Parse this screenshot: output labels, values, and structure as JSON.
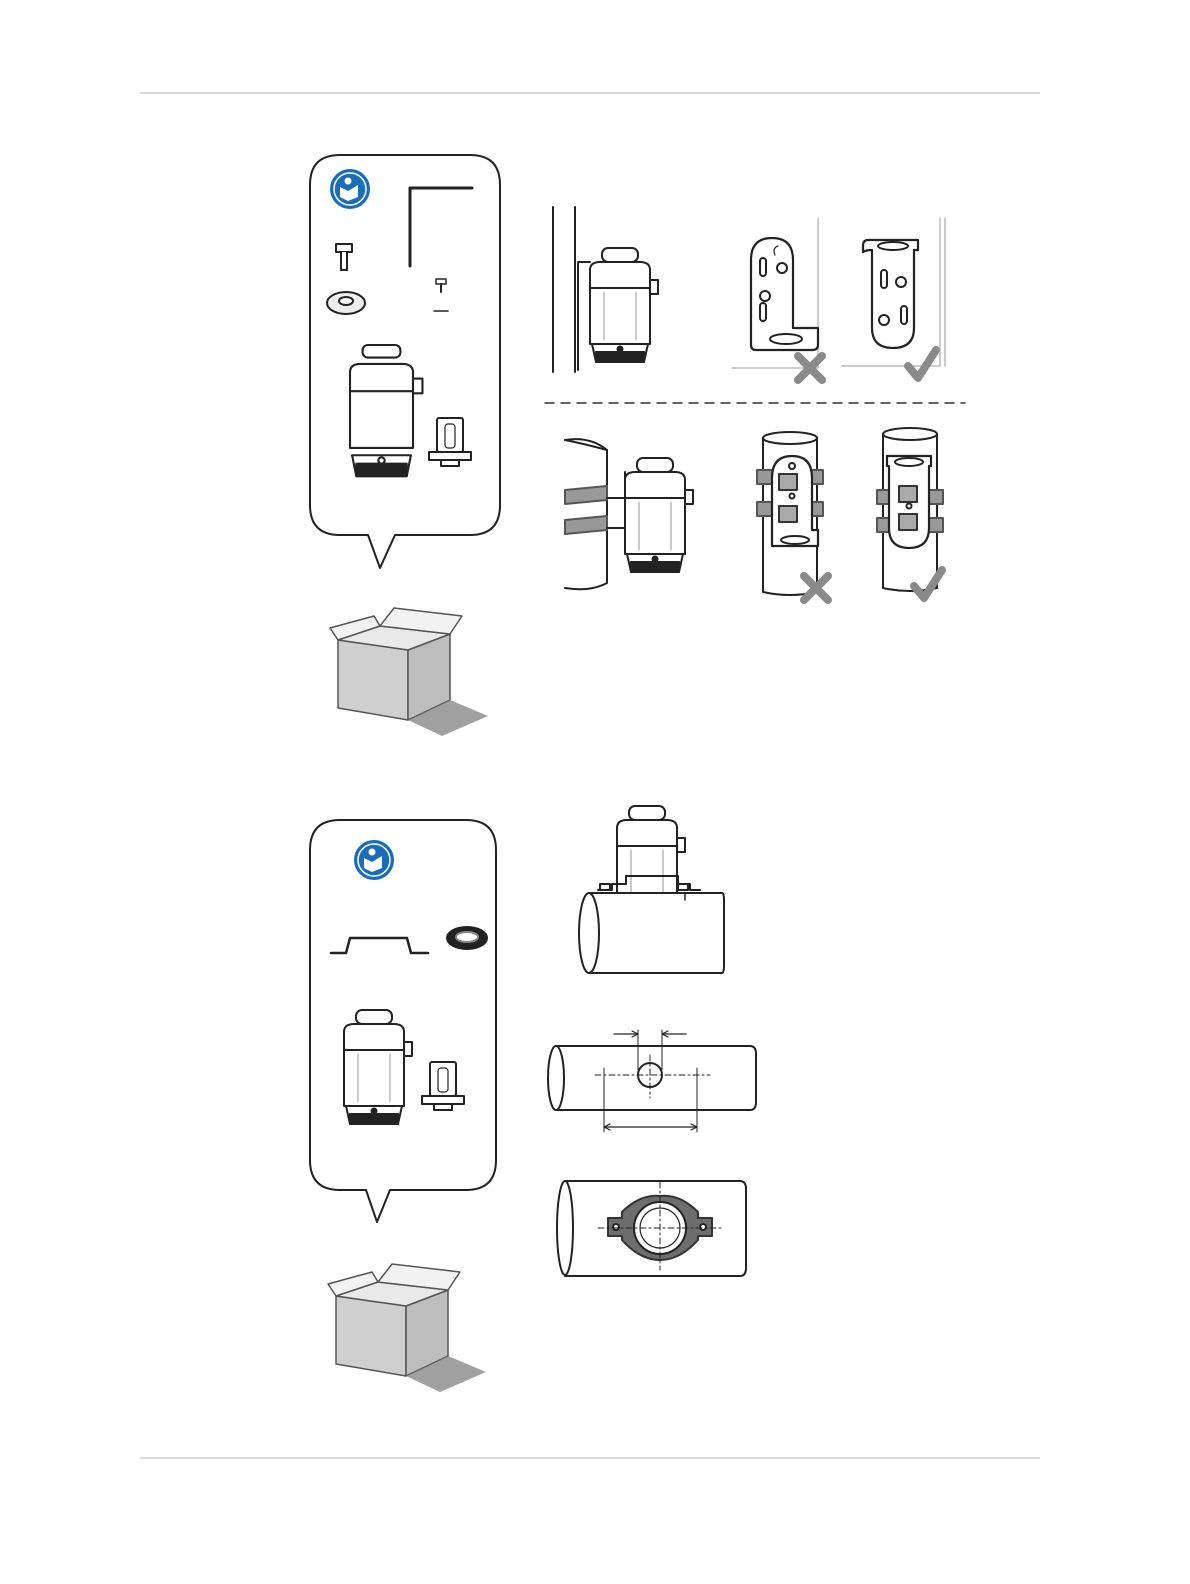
{
  "page": {
    "background": "#ffffff",
    "rule_color": "#d9d9d9",
    "accent_blue": "#1b6db5",
    "mark_gray": "#8a8a8a"
  },
  "section_top": {
    "kit_icons": [
      "manual-icon",
      "allen-key-icon",
      "bolt-icon",
      "washer-icon",
      "small-screw-icon",
      "sensor-icon",
      "sensor-cap-icon",
      "adapter-icon",
      "box-icon"
    ],
    "wall_examples": [
      {
        "name": "wall-mount-reference"
      },
      {
        "name": "wall-bracket-wrong",
        "result": "cross-icon"
      },
      {
        "name": "wall-bracket-correct",
        "result": "check-icon"
      }
    ],
    "pole_examples": [
      {
        "name": "pole-mount-reference"
      },
      {
        "name": "pole-bracket-wrong",
        "result": "cross-icon"
      },
      {
        "name": "pole-bracket-correct",
        "result": "check-icon"
      }
    ]
  },
  "section_bottom": {
    "kit_icons": [
      "manual-icon",
      "pipe-bracket-icon",
      "gasket-icon",
      "sensor-icon",
      "adapter-icon",
      "box-icon"
    ],
    "steps": [
      "pipe-mount-view",
      "pipe-drilling-view",
      "pipe-saddle-view"
    ]
  }
}
